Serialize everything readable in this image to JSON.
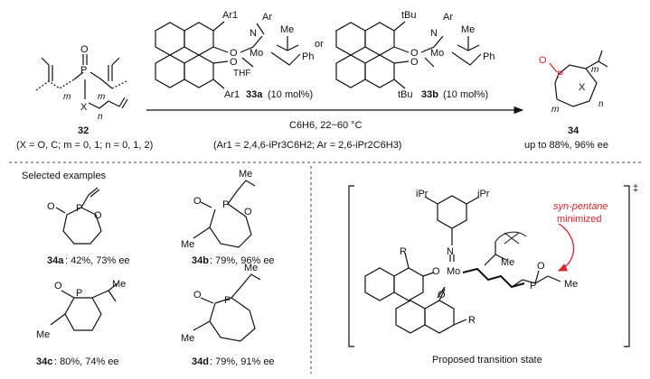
{
  "reaction": {
    "substrate": {
      "compound": "32",
      "variables": "(X = O, C; m = 0, 1; n = 0, 1, 2)"
    },
    "catalyst_a": {
      "compound": "33a",
      "loading": "(10 mol%)"
    },
    "catalyst_b": {
      "compound": "33b",
      "loading": "(10 mol%)"
    },
    "or_text": "or",
    "conditions": "C6H6, 22~60 °C",
    "ligand_definition": "(Ar1 = 2,4,6-iPr3C6H2; Ar = 2,6-iPr2C6H3)",
    "product": {
      "compound": "34",
      "result": "up to 88%, 96% ee"
    }
  },
  "examples": {
    "heading": "Selected examples",
    "items": [
      {
        "id": "34a",
        "result": ": 42%, 73% ee"
      },
      {
        "id": "34b",
        "result": ": 79%, 96% ee"
      },
      {
        "id": "34c",
        "result": ": 80%, 74% ee"
      },
      {
        "id": "34d",
        "result": ": 79%, 91% ee"
      }
    ]
  },
  "transition_state": {
    "caption": "Proposed transition state",
    "annotation_line1": "syn-pentane",
    "annotation_line2": "minimized",
    "dagger": "‡"
  },
  "atom_labels": {
    "P": "P",
    "O": "O",
    "X": "X",
    "Mo": "Mo",
    "N": "N",
    "THF": "THF",
    "Ar": "Ar",
    "Ar1": "Ar1",
    "tBu": "tBu",
    "Ph": "Ph",
    "Me": "Me",
    "R": "R",
    "iPr": "iPr",
    "m": "m",
    "n": "n"
  },
  "colors": {
    "accent": "#e0242b",
    "ink": "#111111"
  }
}
